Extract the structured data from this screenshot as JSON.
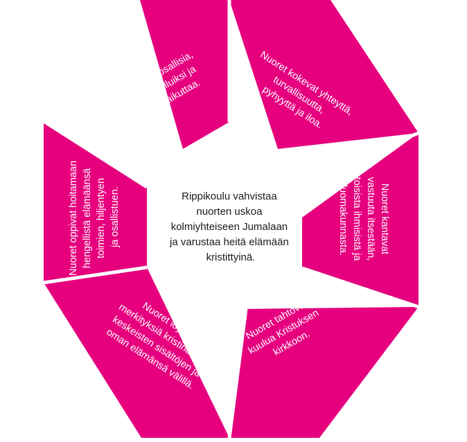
{
  "colors": {
    "segment": "#e6007e",
    "gap": "#ffffff",
    "center_text": "#1a1a1a",
    "segment_text": "#ffffff"
  },
  "center": {
    "lines": [
      "Rippikoulu vahvistaa",
      "nuorten uskoa",
      "kolmiyhteiseen Jumalaan",
      "ja varustaa heitä elämään",
      "kristittyinä."
    ]
  },
  "segments": [
    {
      "id": "top-left",
      "lines": [
        "Nuoret ovat osallisia,",
        "tulevat kuulluiksi ja",
        "saavat vaikuttaa."
      ]
    },
    {
      "id": "top-right",
      "lines": [
        "Nuoret kokevat yhteyttä,",
        "turvallisuutta,",
        "pyhyyttä ja iloa."
      ]
    },
    {
      "id": "right",
      "lines": [
        "Nuoret kantavat",
        "vastuuta itsestään,",
        "toisista ihmisistä ja",
        "luomakunnasta."
      ]
    },
    {
      "id": "bottom-right",
      "lines": [
        "Nuoret tahtovat",
        "kuulua Kristuksen",
        "kirkkoon."
      ]
    },
    {
      "id": "bottom-left",
      "lines": [
        "Nuoret löytävät",
        "merkityksiä kristinuskon",
        "keskeisten sisältöjen ja",
        "oman elämänsä välillä."
      ]
    },
    {
      "id": "left",
      "lines": [
        "Nuoret oppivat hoitamaan",
        "hengellistä elämäänsä",
        "toimien, hiljentyen",
        "ja osallistuen."
      ]
    }
  ]
}
